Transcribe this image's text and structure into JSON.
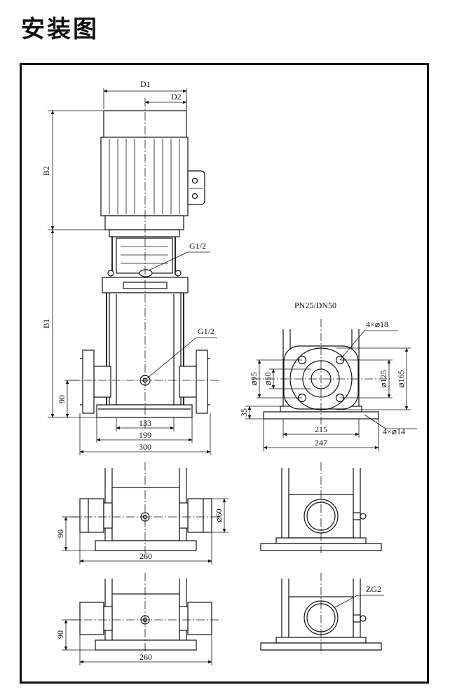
{
  "title": "安装图",
  "labels": {
    "D1": "D1",
    "D2": "D2",
    "B1": "B1",
    "B2": "B2",
    "vent_port": "G1/2",
    "drain_port": "G1/2",
    "flange_standard": "PN25/DN50",
    "flange_bolts": "4×⌀18",
    "base_holes": "4×⌀14",
    "zg2": "ZG2"
  },
  "dims": {
    "d133": "133",
    "d199": "199",
    "d300": "300",
    "d90_front": "90",
    "d35": "35",
    "d95": "⌀95",
    "d50": "⌀50",
    "d125": "⌀125",
    "d165": "⌀165",
    "d215": "215",
    "d247": "247",
    "d60": "⌀60",
    "d260_mid": "260",
    "d90_mid": "90",
    "d260_bot": "260",
    "d90_bot": "90"
  }
}
